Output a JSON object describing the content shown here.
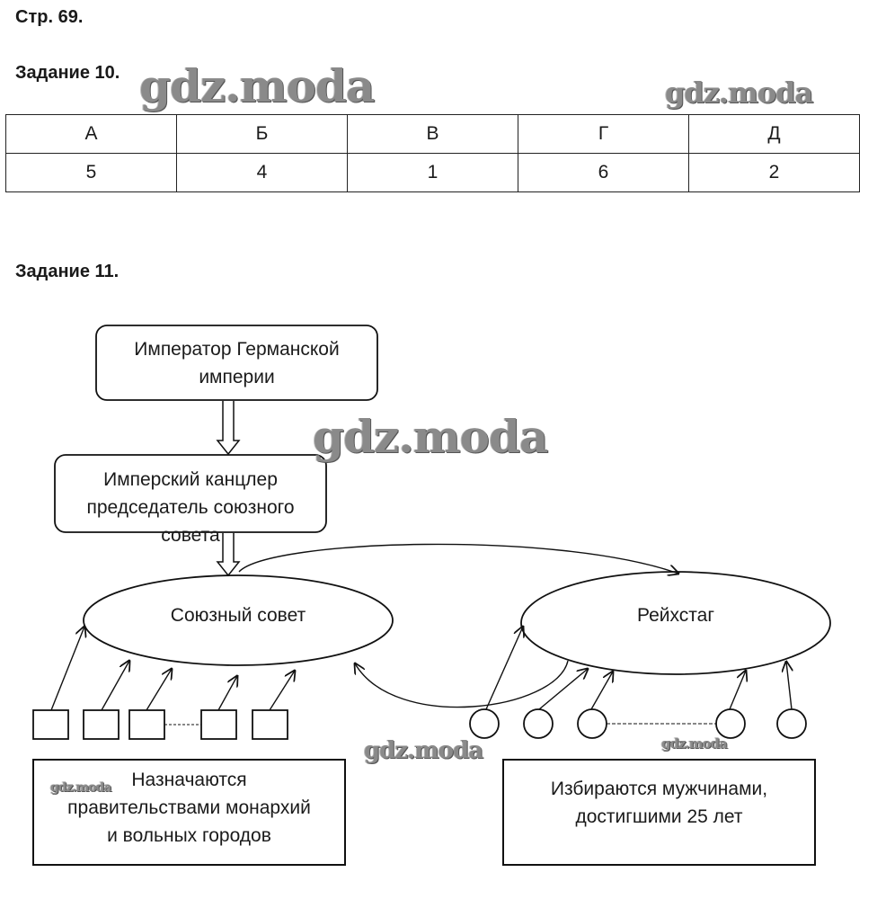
{
  "page_label": "Стр. 69.",
  "task10": {
    "title": "Задание 10.",
    "headers": [
      "А",
      "Б",
      "В",
      "Г",
      "Д"
    ],
    "values": [
      "5",
      "4",
      "1",
      "6",
      "2"
    ]
  },
  "task11": {
    "title": "Задание 11.",
    "emperor": [
      "Император Германской",
      "империи"
    ],
    "chancellor": [
      "Имперский канцлер",
      "председатель союзного совета"
    ],
    "federal_council": "Союзный совет",
    "reichstag": "Рейхстаг",
    "appointed": [
      "Назначаются",
      "правительствами монархий",
      "и вольных городов"
    ],
    "elected": [
      "Избираются мужчинами,",
      "достигшими 25 лет"
    ]
  },
  "watermark": "gdz.moda"
}
